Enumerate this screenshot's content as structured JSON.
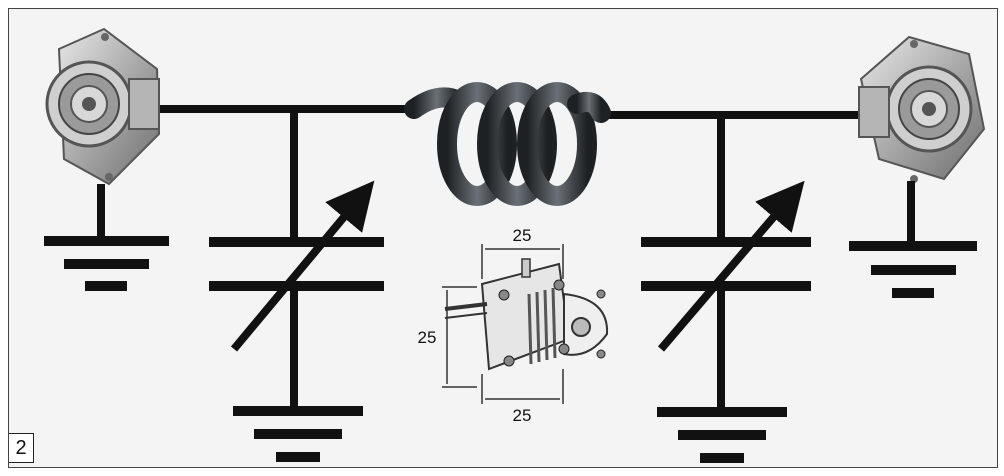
{
  "figure": {
    "number": "2",
    "dimensions": {
      "top_width": "25",
      "height": "25",
      "bottom_width": "25"
    }
  },
  "components": [
    "connector-left",
    "connector-right",
    "inductor-coil",
    "variable-capacitor-left",
    "variable-capacitor-right",
    "air-variable-capacitor-photo"
  ],
  "colors": {
    "wire": "#111111",
    "background": "#f4f4f4",
    "coil": "#3a3d40"
  }
}
